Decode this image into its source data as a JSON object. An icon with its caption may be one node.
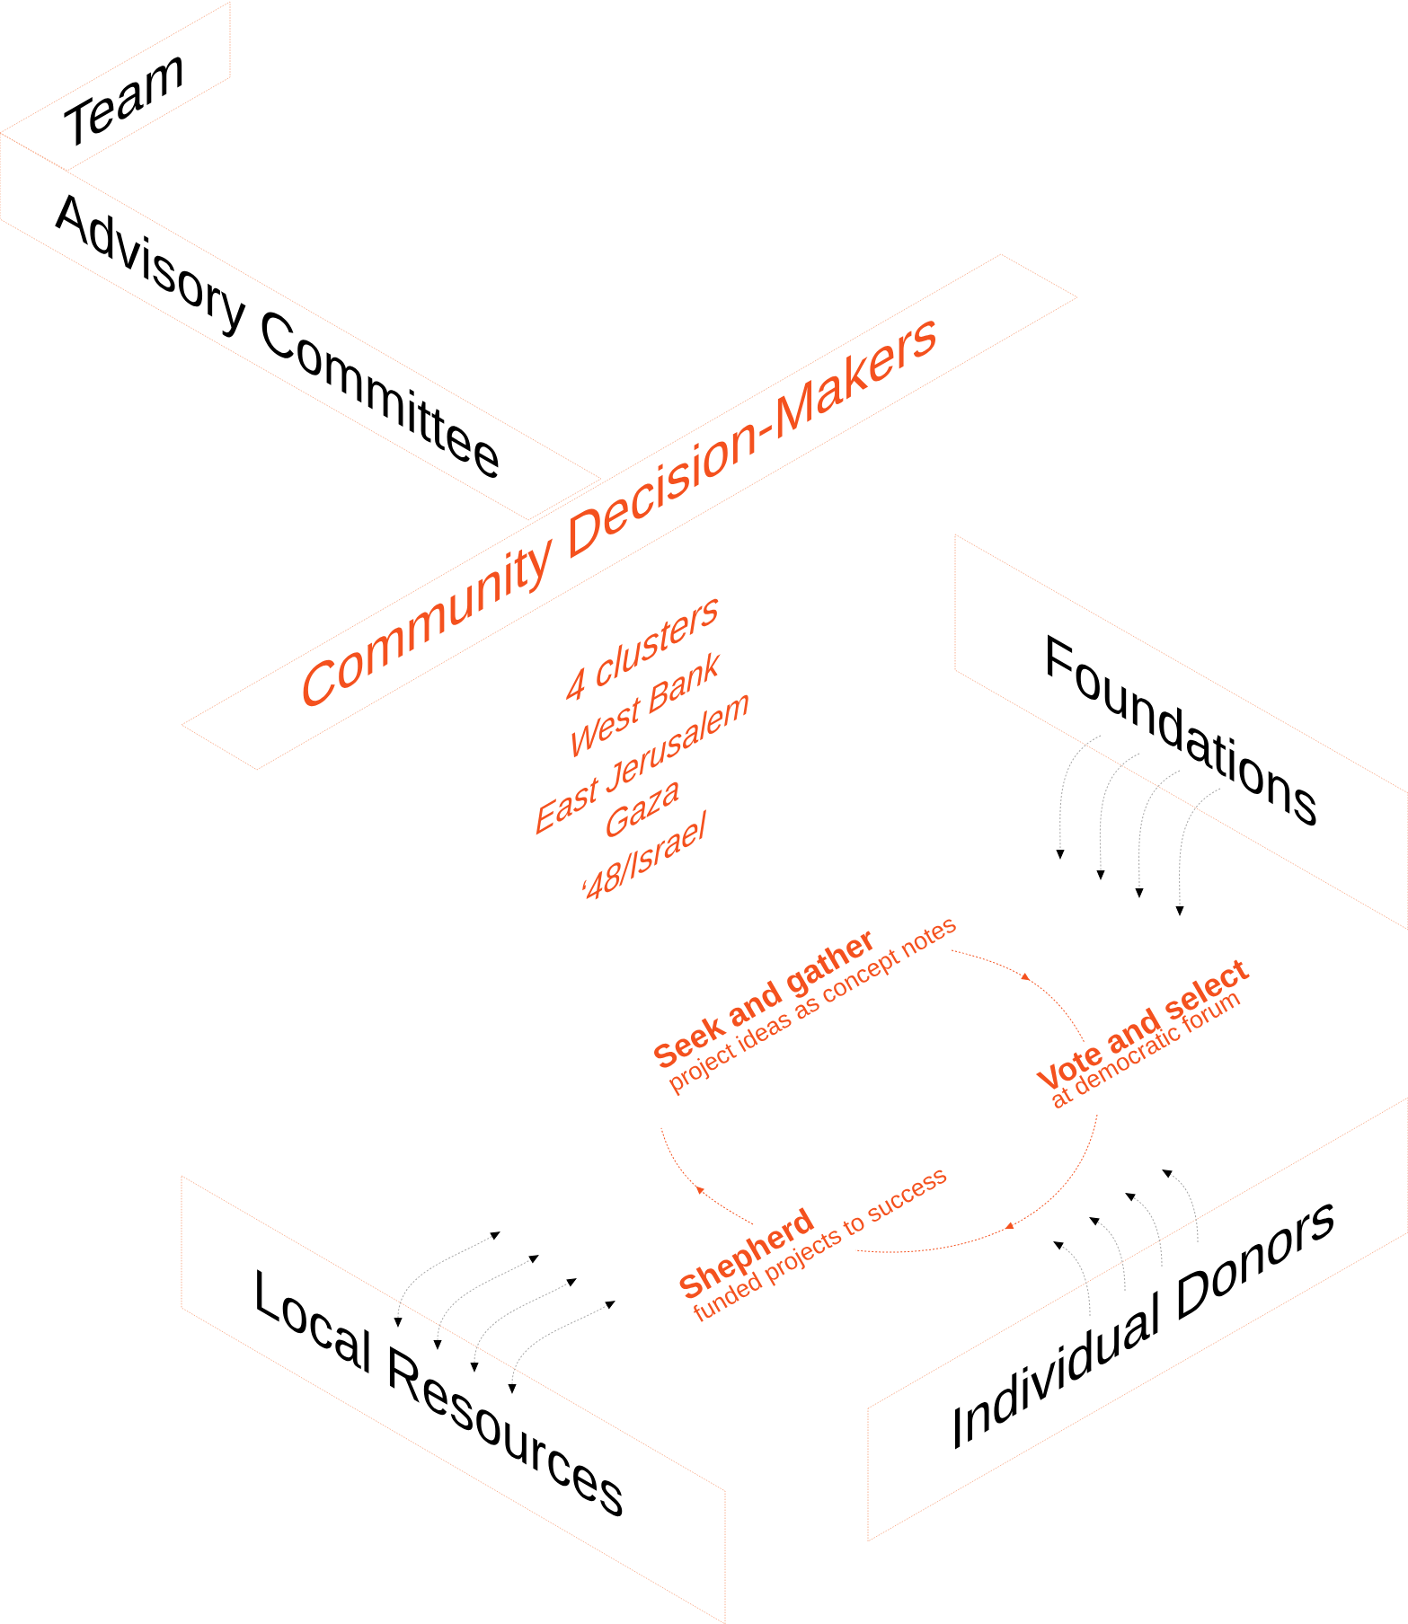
{
  "diagram": {
    "nodes": [
      {
        "text": [
          "Team"
        ]
      },
      {
        "text": [
          "Advisory Committee"
        ]
      },
      {
        "text": [
          "Community Decision-Makers"
        ],
        "beside": [
          "4 clusters",
          "West Bank",
          "East Jerusalem",
          "Gaza",
          "‘48/Israel"
        ]
      },
      {
        "text": [
          "Foundations"
        ]
      },
      {
        "text": [
          "Seek and gather",
          "project ideas as concept notes"
        ]
      },
      {
        "text": [
          "Vote and select",
          "at democratic forum"
        ]
      },
      {
        "text": [
          "Shepherd",
          "funded projects to success"
        ]
      },
      {
        "text": [
          "Local Resources"
        ]
      },
      {
        "text": [
          "Individual Donors"
        ]
      }
    ],
    "edges": [
      {
        "from": 4,
        "to": 5,
        "arrow": "to",
        "style": "dashed",
        "color": "#f4511e"
      },
      {
        "from": 5,
        "to": 6,
        "arrow": "to",
        "style": "dashed",
        "color": "#f4511e"
      },
      {
        "from": 6,
        "to": 4,
        "arrow": "to",
        "style": "dashed",
        "color": "#f4511e"
      },
      {
        "from": 3,
        "to": null,
        "arrow": "to",
        "style": "dashed"
      },
      {
        "from": 3,
        "to": null,
        "arrow": "to",
        "style": "dashed"
      },
      {
        "from": 3,
        "to": null,
        "arrow": "to",
        "style": "dashed"
      },
      {
        "from": 3,
        "to": null,
        "arrow": "to",
        "style": "dashed"
      },
      {
        "from": 8,
        "to": null,
        "arrow": "to",
        "style": "dashed"
      },
      {
        "from": 8,
        "to": null,
        "arrow": "to",
        "style": "dashed"
      },
      {
        "from": 8,
        "to": null,
        "arrow": "to",
        "style": "dashed"
      },
      {
        "from": 8,
        "to": null,
        "arrow": "to",
        "style": "dashed"
      },
      {
        "from": 7,
        "to": null,
        "arrow": "both",
        "style": "dashed"
      },
      {
        "from": 7,
        "to": null,
        "arrow": "both",
        "style": "dashed"
      },
      {
        "from": 7,
        "to": null,
        "arrow": "both",
        "style": "dashed"
      },
      {
        "from": 7,
        "to": null,
        "arrow": "both",
        "style": "dashed"
      }
    ]
  }
}
